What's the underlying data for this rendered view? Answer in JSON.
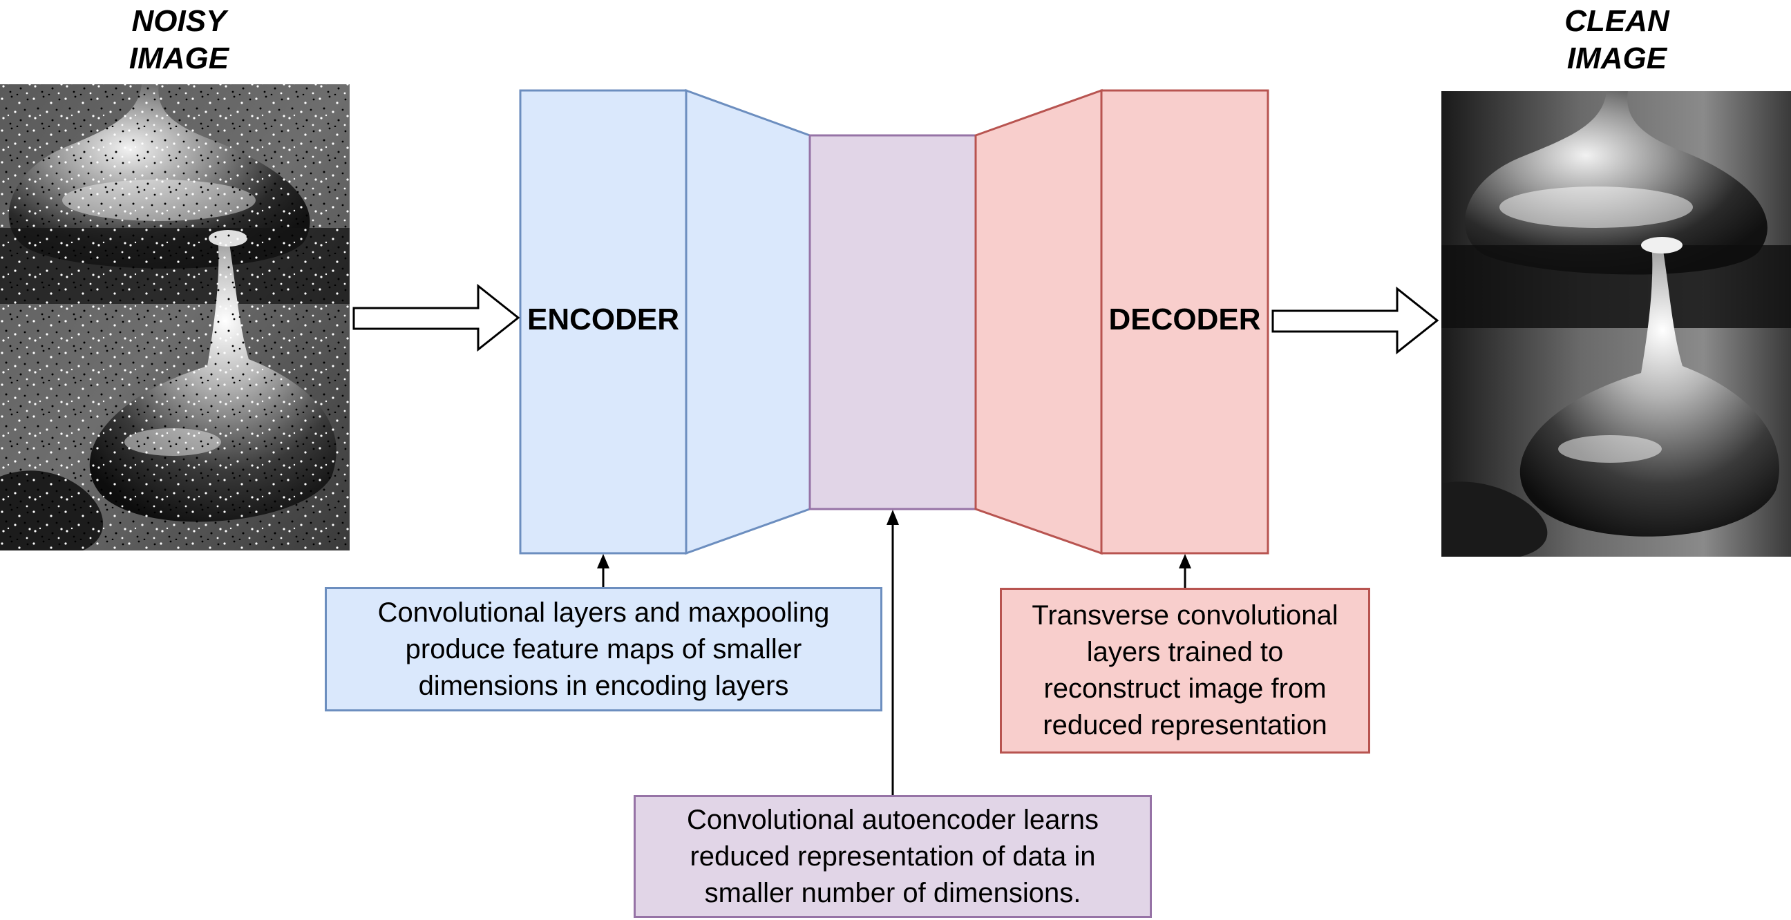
{
  "colors": {
    "encoder_fill": "#dae8fc",
    "encoder_stroke": "#6c8ebf",
    "latent_fill": "#e1d5e7",
    "latent_stroke": "#9673a6",
    "decoder_fill": "#f8cecc",
    "decoder_stroke": "#b85450"
  },
  "input_image": {
    "title_line1": "NOISY",
    "title_line2": "IMAGE"
  },
  "output_image": {
    "title_line1": "CLEAN",
    "title_line2": "IMAGE"
  },
  "encoder": {
    "label": "ENCODER",
    "note_lines": [
      "Convolutional layers and maxpooling",
      "produce feature maps of smaller",
      "dimensions in encoding layers"
    ]
  },
  "decoder": {
    "label": "DECODER",
    "note_lines": [
      "Transverse convolutional",
      "layers trained to",
      "reconstruct image from",
      "reduced representation"
    ]
  },
  "latent": {
    "note_lines": [
      "Convolutional autoencoder learns",
      "reduced representation of data in",
      "smaller number of dimensions."
    ]
  }
}
